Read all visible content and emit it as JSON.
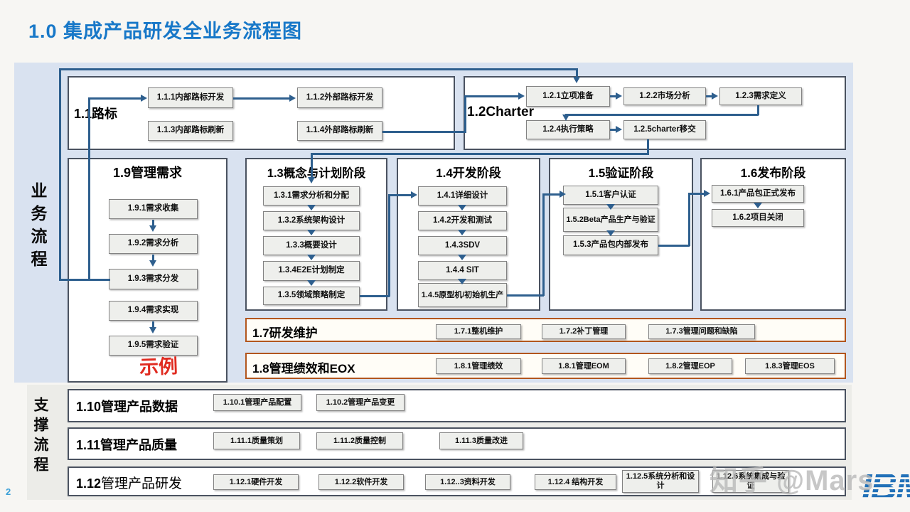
{
  "page": {
    "title": "1.0 集成产品研发全业务流程图",
    "page_number": "2",
    "watermark": "知乎 @Mars",
    "logo_text": "IBM"
  },
  "lanes": {
    "business": "业务流程",
    "support": "支撑流程"
  },
  "groups": {
    "g11": {
      "label": "1.1路标",
      "items": [
        "1.1.1内部路标开发",
        "1.1.2外部路标开发",
        "1.1.3内部路标刷新",
        "1.1.4外部路标刷新"
      ]
    },
    "g12": {
      "label": "1.2Charter",
      "items": [
        "1.2.1立项准备",
        "1.2.2市场分析",
        "1.2.3需求定义",
        "1.2.4执行策略",
        "1.2.5charter移交"
      ]
    },
    "g19": {
      "label": "1.9管理需求",
      "note": "示例",
      "items": [
        "1.9.1需求收集",
        "1.9.2需求分析",
        "1.9.3需求分发",
        "1.9.4需求实现",
        "1.9.5需求验证"
      ]
    },
    "g13": {
      "label": "1.3概念与计划阶段",
      "items": [
        "1.3.1需求分析和分配",
        "1.3.2系统架构设计",
        "1.3.3概要设计",
        "1.3.4E2E计划制定",
        "1.3.5领域策略制定"
      ]
    },
    "g14": {
      "label": "1.4开发阶段",
      "items": [
        "1.4.1详细设计",
        "1.4.2开发和测试",
        "1.4.3SDV",
        "1.4.4 SIT",
        "1.4.5原型机/初始机生产"
      ]
    },
    "g15": {
      "label": "1.5验证阶段",
      "items": [
        "1.5.1客户认证",
        "1.5.2Beta产品生产与验证",
        "1.5.3产品包内部发布"
      ]
    },
    "g16": {
      "label": "1.6发布阶段",
      "items": [
        "1.6.1产品包正式发布",
        "1.6.2项目关闭"
      ]
    },
    "g17": {
      "label": "1.7研发维护",
      "items": [
        "1.7.1整机维护",
        "1.7.2补丁管理",
        "1.7.3管理问题和缺陷"
      ]
    },
    "g18": {
      "label": "1.8管理绩效和EOX",
      "items": [
        "1.8.1管理绩效",
        "1.8.1管理EOM",
        "1.8.2管理EOP",
        "1.8.3管理EOS"
      ]
    },
    "g110": {
      "label": "1.10管理产品数据",
      "items": [
        "1.10.1管理产品配置",
        "1.10.2管理产品变更"
      ]
    },
    "g111": {
      "label": "1.11管理产品质量",
      "items": [
        "1.11.1质量策划",
        "1.11.2质量控制",
        "1.11.3质量改进"
      ]
    },
    "g112": {
      "label_num": "1.12",
      "label_rest": "管理产品研发",
      "items": [
        "1.12.1硬件开发",
        "1.12.2软件开发",
        "1.12..3资料开发",
        "1.12.4 结构开发",
        "1.12.5系统分析和设计",
        "1.12.6系统集成与验证"
      ]
    }
  },
  "colors": {
    "title_blue": "#1878c8",
    "line_blue": "#2e5f8e",
    "panel_border": "#4a5260",
    "band_orange": "#b2561e",
    "business_bg": "#d9e2f0",
    "support_bg": "#ecece8",
    "note_red": "#e02b20",
    "page_number_blue": "#3aa0d8",
    "ibm_blue": "#2271b8"
  }
}
